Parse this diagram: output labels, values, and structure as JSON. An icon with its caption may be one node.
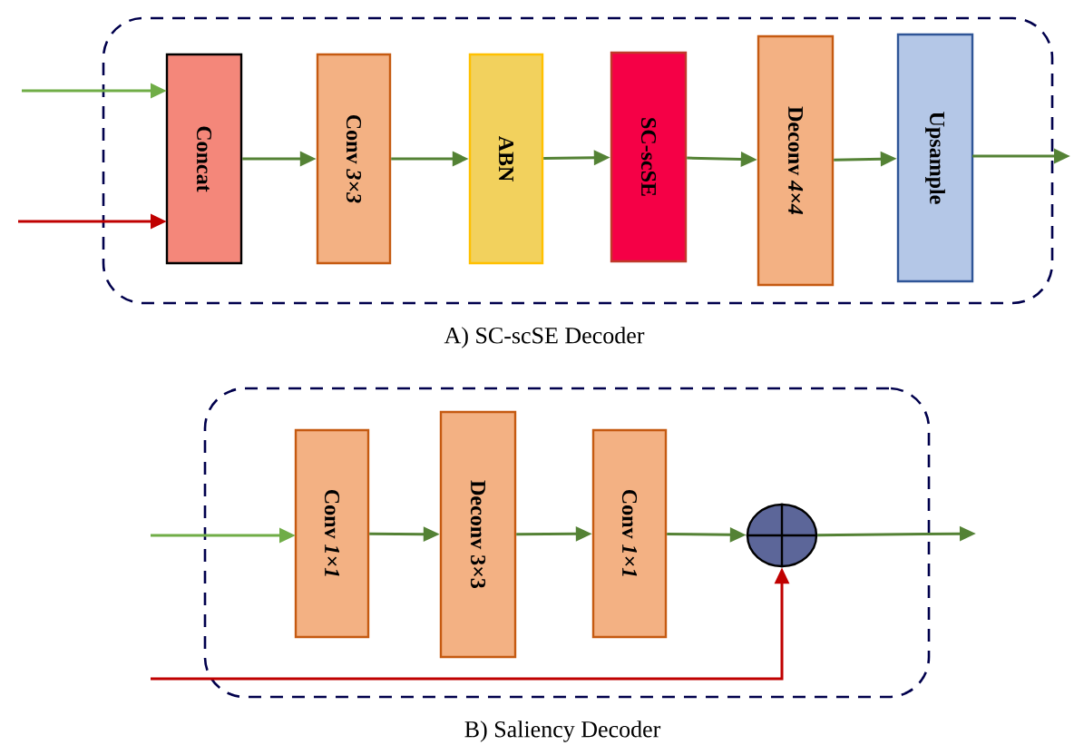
{
  "diagram": {
    "nodes": [
      {
        "text": [
          "A) SC-scSE Decoder"
        ]
      },
      {
        "text": [
          "Concat"
        ],
        "in": 0
      },
      {
        "text": [
          "Conv *3×3*"
        ],
        "in": 0
      },
      {
        "text": [
          "ABN"
        ],
        "in": 0
      },
      {
        "text": [
          "SC-scSE"
        ],
        "in": 0
      },
      {
        "text": [
          "Deconv *4×4*"
        ],
        "in": 0
      },
      {
        "text": [
          "Upsample"
        ],
        "in": 0
      },
      {
        "text": [
          "B) Saliency Decoder"
        ]
      },
      {
        "text": [
          "Conv *1×1*"
        ],
        "in": 7
      },
      {
        "text": [
          "Deconv 3×3"
        ],
        "in": 7
      },
      {
        "text": [
          "Conv *1×1*"
        ],
        "in": 7
      },
      {
        "text": [],
        "shape": "circle",
        "in": 7
      }
    ],
    "edges": [
      {
        "from": null,
        "to": 1,
        "arrow": "to",
        "color": "#70ad47"
      },
      {
        "from": null,
        "to": 1,
        "arrow": "to",
        "color": "#c00000"
      },
      {
        "from": 1,
        "to": 2,
        "arrow": "to"
      },
      {
        "from": 2,
        "to": 3,
        "arrow": "to"
      },
      {
        "from": 3,
        "to": 4,
        "arrow": "to"
      },
      {
        "from": 4,
        "to": 5,
        "arrow": "to"
      },
      {
        "from": 5,
        "to": 6,
        "arrow": "to"
      },
      {
        "from": 6,
        "to": null,
        "arrow": "to"
      },
      {
        "from": null,
        "to": 8,
        "arrow": "to",
        "color": "#70ad47"
      },
      {
        "from": 8,
        "to": 9,
        "arrow": "to"
      },
      {
        "from": 9,
        "to": 10,
        "arrow": "to"
      },
      {
        "from": 10,
        "to": 11,
        "arrow": "to"
      },
      {
        "from": 11,
        "to": null,
        "arrow": "to"
      },
      {
        "from": null,
        "to": 11,
        "arrow": "to",
        "color": "#c00000"
      }
    ]
  }
}
